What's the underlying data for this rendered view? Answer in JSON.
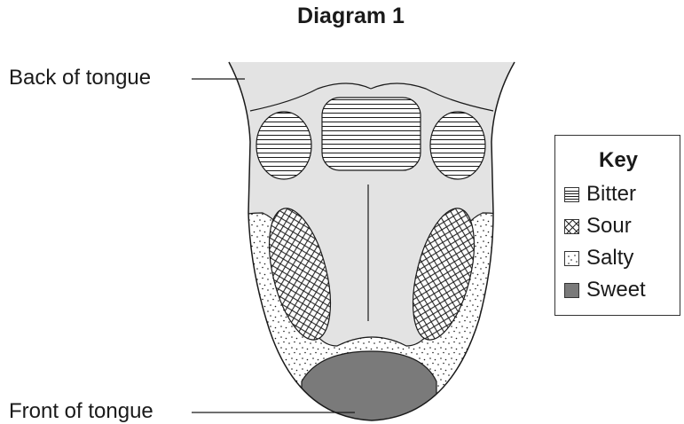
{
  "title": "Diagram 1",
  "labels": {
    "back": "Back of tongue",
    "front": "Front of tongue"
  },
  "key": {
    "title": "Key",
    "items": [
      {
        "label": "Bitter",
        "pattern": "horizontal-lines"
      },
      {
        "label": "Sour",
        "pattern": "crosshatch"
      },
      {
        "label": "Salty",
        "pattern": "dots"
      },
      {
        "label": "Sweet",
        "pattern": "solid",
        "color": "#7a7a7a"
      }
    ]
  },
  "colors": {
    "tongue": "#e3e3e3",
    "sweet": "#7a7a7a",
    "outline": "#1a1a1a"
  }
}
